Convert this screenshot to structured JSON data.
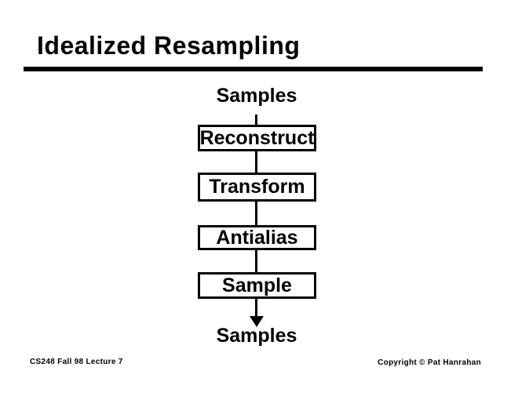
{
  "slide": {
    "title": "Idealized Resampling",
    "flow": {
      "input_label": "Samples",
      "steps": [
        "Reconstruct",
        "Transform",
        "Antialias",
        "Sample"
      ],
      "output_label": "Samples"
    },
    "footer": {
      "left": "CS248 Fall 98 Lecture 7",
      "right": "Copyright © Pat Hanrahan"
    },
    "colors": {
      "foreground": "#000000",
      "background": "#ffffff"
    }
  }
}
